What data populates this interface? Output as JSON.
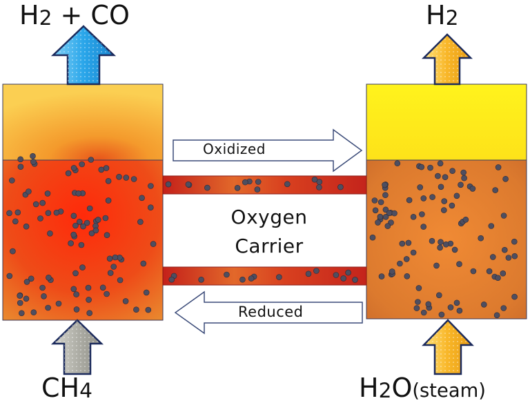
{
  "labels": {
    "top_left": {
      "main": "H",
      "sub": "2",
      "rest": " + CO"
    },
    "top_right": {
      "main": "H",
      "sub": "2"
    },
    "bottom_left": {
      "main": "CH",
      "sub": "4"
    },
    "bottom_right": {
      "main": "H",
      "sub": "2",
      "rest": "O",
      "paren": "(steam)"
    },
    "oxidized": "Oxidized",
    "reduced": "Reduced",
    "carrier_line1": "Oxygen",
    "carrier_line2": "Carrier"
  },
  "colors": {
    "left_gas_arrow": "#29a3e6",
    "right_gas_arrow": "#f6b41f",
    "bottom_left_arrow": "#a9a9a2",
    "bottom_right_arrow": "#f6b41f",
    "arrow_outline": "#1b2a5c",
    "left_reactor_top": "#f9c23c",
    "left_reactor_bed": "#ea3c14",
    "right_reactor_top": "#fff21a",
    "right_reactor_bed": "#d8752a",
    "transfer_tube": "#c8281c",
    "particle": "#4e4e60"
  }
}
